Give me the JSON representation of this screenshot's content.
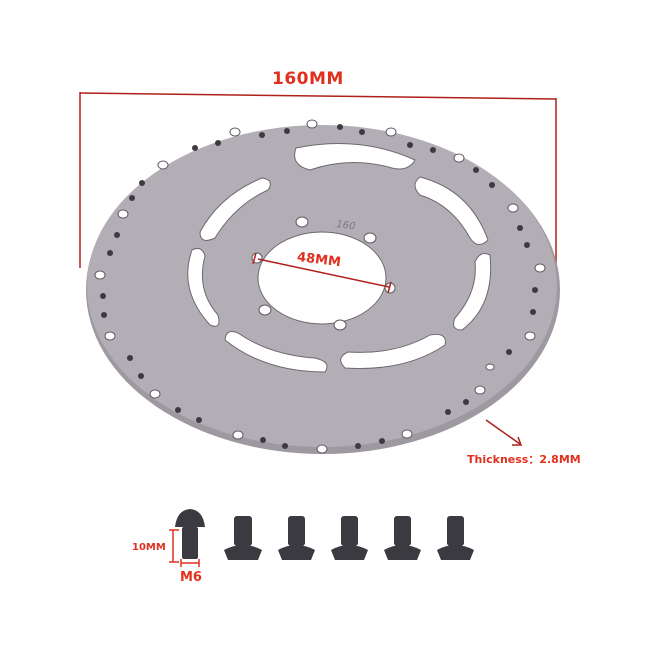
{
  "image": {
    "subject": "bicycle disc brake rotor with six mounting bolts",
    "background": "#ffffff",
    "rotor_color": "#a9a2ab",
    "annotation_color": "#e0301e",
    "line_color": "#b0201a"
  },
  "annotations": {
    "outer_diameter": "160MM",
    "bolt_circle": "48MM",
    "thickness": "Thickness：2.8MM",
    "bolt_length": "10MM",
    "bolt_thread": "M6"
  },
  "rotor_engraving": "160",
  "bolts": {
    "count": 6
  }
}
